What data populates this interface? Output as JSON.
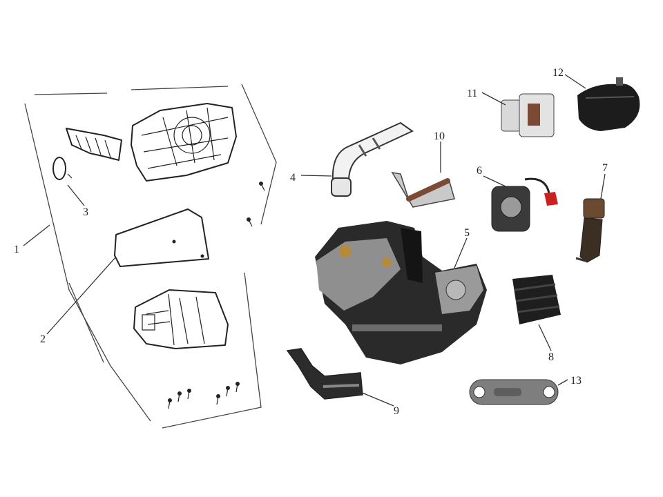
{
  "callouts": [
    {
      "id": "1",
      "text": "1"
    },
    {
      "id": "2",
      "text": "2"
    },
    {
      "id": "3",
      "text": "3"
    },
    {
      "id": "4",
      "text": "4"
    },
    {
      "id": "5",
      "text": "5"
    },
    {
      "id": "6",
      "text": "6"
    },
    {
      "id": "7",
      "text": "7"
    },
    {
      "id": "8",
      "text": "8"
    },
    {
      "id": "9",
      "text": "9"
    },
    {
      "id": "10",
      "text": "10"
    },
    {
      "id": "11",
      "text": "11"
    },
    {
      "id": "12",
      "text": "12"
    },
    {
      "id": "13",
      "text": "13"
    }
  ],
  "colors": {
    "background": "#ffffff",
    "ink": "#222222",
    "engine_dark": "#1f1f1f",
    "metal": "#9a9a9a",
    "rust": "#7a4a35",
    "red_accent": "#cc1f1f"
  }
}
